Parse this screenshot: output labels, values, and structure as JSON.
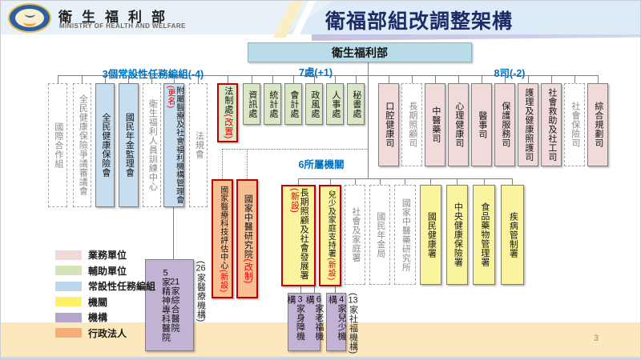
{
  "palette": {
    "pink": "#f1dada",
    "green": "#d9e7c5",
    "blue": "#c7def1",
    "yellow": "#fbf49e",
    "orange": "#f7bf92",
    "purple": "#c2b2d4",
    "root": "#b9dde8",
    "dashed_text": "#8a8a8a",
    "red_note": "#e60000",
    "red_border": "#c00000",
    "label_blue": "#0070c0",
    "tan_band": "#fde7bd"
  },
  "header": {
    "ministry_zh": "衛生福利部",
    "ministry_en": "MINISTRY OF HEALTH AND WELFARE",
    "title": "衛福部組改調整架構"
  },
  "root_box": "衛生福利部",
  "page_number": "3",
  "groups": [
    {
      "label": "3個常設性任務編組(-4)",
      "boxes": [
        {
          "text": "國際合作組",
          "type": "dashed"
        },
        {
          "text": "全民健康保險爭議審議會",
          "type": "dashed"
        },
        {
          "text": "全民健康保險會",
          "type": "blue"
        },
        {
          "text": "國民年金監理會",
          "type": "blue"
        },
        {
          "text": "衛生福利人員訓練中心",
          "type": "dashed"
        },
        {
          "text": "附屬醫療及社會福利機構管理會",
          "type": "blue",
          "note": "(更名)",
          "note_top_left": true,
          "small": true
        },
        {
          "text": "法規會",
          "type": "dashed"
        }
      ]
    },
    {
      "label": "7處(+1)",
      "boxes": [
        {
          "text": "法制處",
          "type": "green",
          "note": "(改置)",
          "red_border": true
        },
        {
          "text": "資訊處",
          "type": "green"
        },
        {
          "text": "統計處",
          "type": "green"
        },
        {
          "text": "會計處",
          "type": "green"
        },
        {
          "text": "政風處",
          "type": "green"
        },
        {
          "text": "人事處",
          "type": "green"
        },
        {
          "text": "秘書處",
          "type": "green"
        }
      ]
    },
    {
      "label": "8司(-2)",
      "boxes": [
        {
          "text": "口腔健康司",
          "type": "pink"
        },
        {
          "text": "長期照顧司",
          "type": "dashed"
        },
        {
          "text": "中醫藥司",
          "type": "pink"
        },
        {
          "text": "心理健康司",
          "type": "pink"
        },
        {
          "text": "醫事司",
          "type": "pink"
        },
        {
          "text": "保護服務司",
          "type": "pink"
        },
        {
          "text": "護理及健康照護司",
          "type": "pink"
        },
        {
          "text": "社會救助及社工司",
          "type": "pink"
        },
        {
          "text": "社會保險司",
          "type": "dashed"
        },
        {
          "text": "綜合規劃司",
          "type": "pink"
        }
      ]
    }
  ],
  "admin_corps": [
    {
      "text": "國家醫療科技評估中心",
      "note": "(新設)",
      "type": "orange",
      "red_border": true,
      "small": true
    },
    {
      "text": "國家中醫研究院",
      "note": "(改制)",
      "type": "orange",
      "red_border": true
    }
  ],
  "agencies": {
    "label": "6所屬機關",
    "boxes": [
      {
        "text": "長期照顧及社會發展署",
        "note": "(新設)",
        "type": "yellow",
        "red_border": true
      },
      {
        "text": "兒少及家庭支持署",
        "note": "(新設)",
        "type": "yellow",
        "red_border": true,
        "small": true
      },
      {
        "text": "社會及家庭署",
        "type": "dashed"
      },
      {
        "text": "國民年金局",
        "type": "dashed"
      },
      {
        "text": "國家中醫藥研究所",
        "type": "dashed"
      },
      {
        "text": "國民健康署",
        "type": "yellow"
      },
      {
        "text": "中央健康保險署",
        "type": "yellow"
      },
      {
        "text": "食品藥物管理署",
        "type": "yellow"
      },
      {
        "text": "疾病管制署",
        "type": "yellow"
      }
    ]
  },
  "institutions": [
    {
      "type": "purple",
      "columns": [
        {
          "num": "21",
          "text": "家綜合醫院"
        },
        {
          "num": "5",
          "text": "家精神專科醫院"
        }
      ],
      "caption": {
        "num": "26",
        "text": "家醫療機構"
      }
    },
    {
      "type": "purple",
      "columns": [
        {
          "num": "6",
          "text": "家老福機構"
        },
        {
          "num": "3",
          "text": "家身障機構"
        }
      ]
    },
    {
      "type": "purple",
      "columns": [
        {
          "num": "4",
          "text": "家兒少機構"
        }
      ],
      "caption": {
        "num": "13",
        "text": "家社福機構"
      }
    }
  ],
  "legend": [
    {
      "label": "業務單位",
      "color": "#efd9da"
    },
    {
      "label": "輔助單位",
      "color": "#d4e3b8"
    },
    {
      "label": "常設性任務編組",
      "color": "#bcd6ec"
    },
    {
      "label": "機關",
      "color": "#fcf167"
    },
    {
      "label": "機構",
      "color": "#b3a5cb"
    },
    {
      "label": "行政法人",
      "color": "#f4ad77"
    }
  ]
}
